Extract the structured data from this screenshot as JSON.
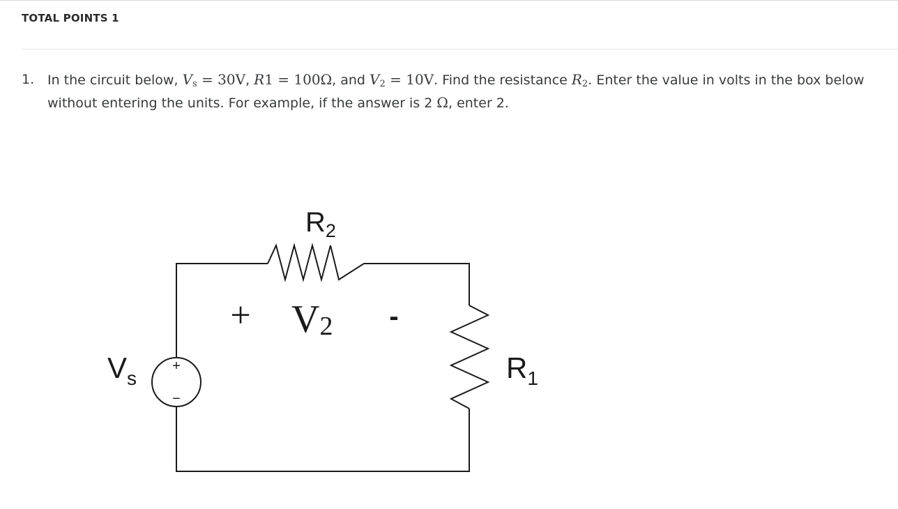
{
  "header": {
    "points_label": "TOTAL POINTS 1"
  },
  "question": {
    "number": "1.",
    "t1": "In the circuit below, ",
    "vs_sym": "V",
    "vs_sub": "s",
    "vs_val": " = 30V",
    "sep1": ", ",
    "r1_sym": "R",
    "r1_val": "1 = 100Ω",
    "t2": ", and ",
    "v2_sym": "V",
    "v2_sub": "2",
    "v2_val": " = 10V",
    "t3": ". Find the resistance ",
    "r2_sym": "R",
    "r2_sub": "2",
    "t4": ". Enter the value in volts in the box below without entering the units. For example, if the answer is 2 ",
    "omega": "Ω",
    "t5": ", enter 2."
  },
  "diagram": {
    "r2_label": "R",
    "r2_sub": "2",
    "v2_label": "V",
    "v2_sub": "2",
    "plus": "+",
    "minus": "-",
    "vs_label": "V",
    "vs_sub": "s",
    "r1_label": "R",
    "r1_sub": "1",
    "src_plus": "+",
    "src_minus": "−"
  }
}
